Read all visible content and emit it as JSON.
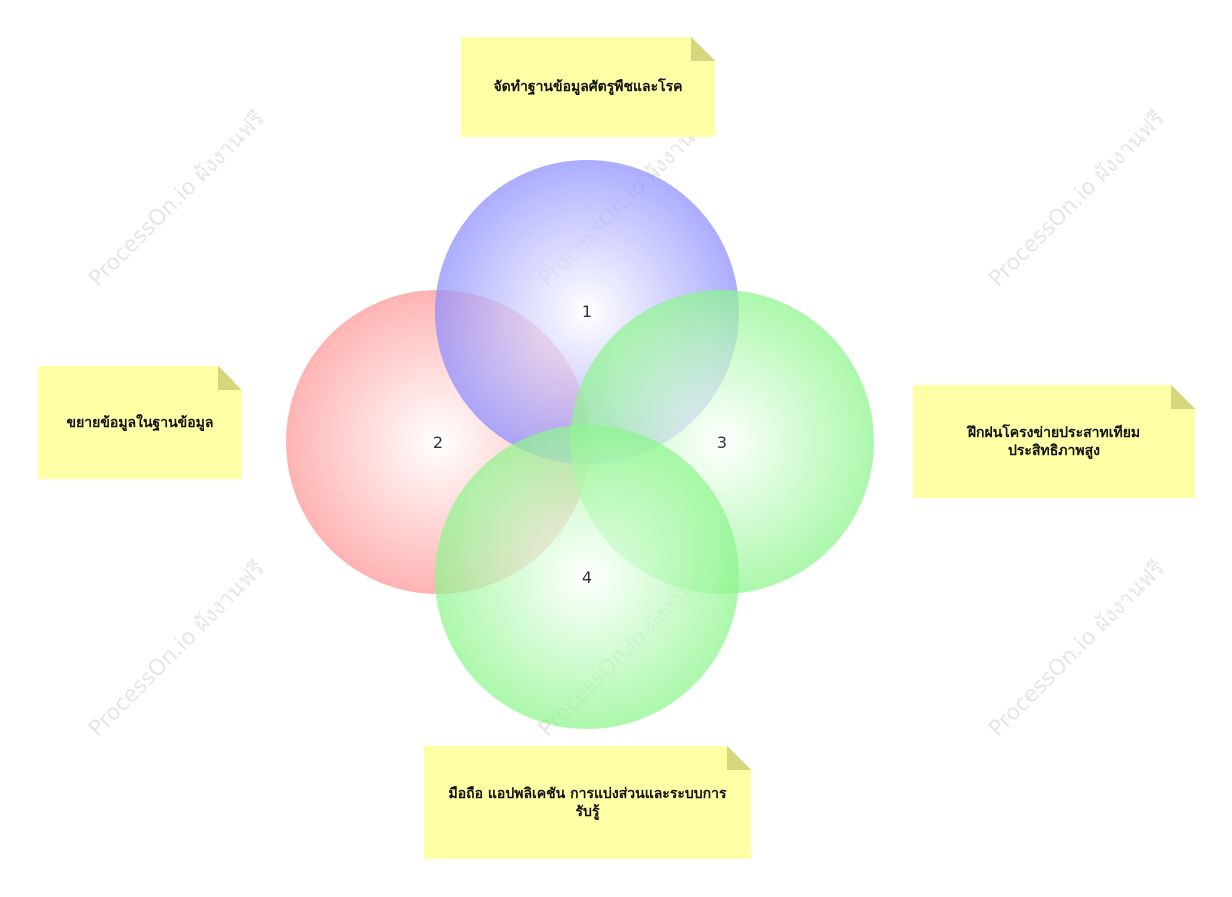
{
  "watermark": "ProcessOn.io ผังงานฟรี",
  "circles": [
    {
      "label": "1",
      "color": "#8c8cff"
    },
    {
      "label": "2",
      "color": "#ff9a9a"
    },
    {
      "label": "3",
      "color": "#8cf58c"
    },
    {
      "label": "4",
      "color": "#8cf58c"
    }
  ],
  "notes": {
    "top": "จัดทำฐานข้อมูลศัตรูพืชและโรค",
    "left": "ขยายข้อมูลในฐานข้อมูล",
    "right": "ฝึกฝนโครงข่ายประสาทเทียมประสิทธิภาพสูง",
    "bottom": "มือถือ แอปพลิเคชัน การแบ่งส่วนและระบบการรับรู้"
  },
  "colors": {
    "note_fill": "#ffffa6",
    "note_fold": "#d6d67c",
    "background": "#ffffff"
  }
}
